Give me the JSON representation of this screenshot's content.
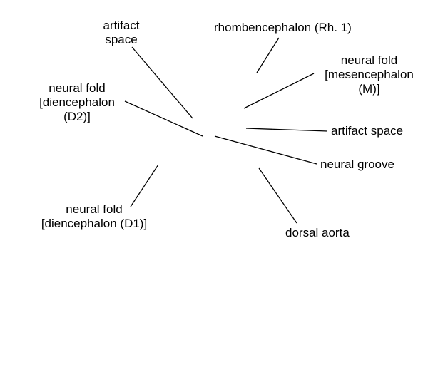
{
  "labels": {
    "artifact_space_top": [
      "artifact",
      "space"
    ],
    "rhombencephalon": "rhombencephalon (Rh. 1)",
    "neural_fold_mesencephalon": [
      "neural fold",
      "[mesencephalon",
      "(M)]"
    ],
    "neural_fold_diencephalon_d2": [
      "neural fold",
      "[diencephalon",
      "(D2)]"
    ],
    "artifact_space_right": "artifact space",
    "neural_groove": "neural groove",
    "neural_fold_diencephalon_d1": [
      "neural fold",
      "[diencephalon (D1)]"
    ],
    "dorsal_aorta": "dorsal aorta"
  },
  "colors": {
    "background": "#ffffff",
    "line": "#000000",
    "text": "#000000"
  }
}
